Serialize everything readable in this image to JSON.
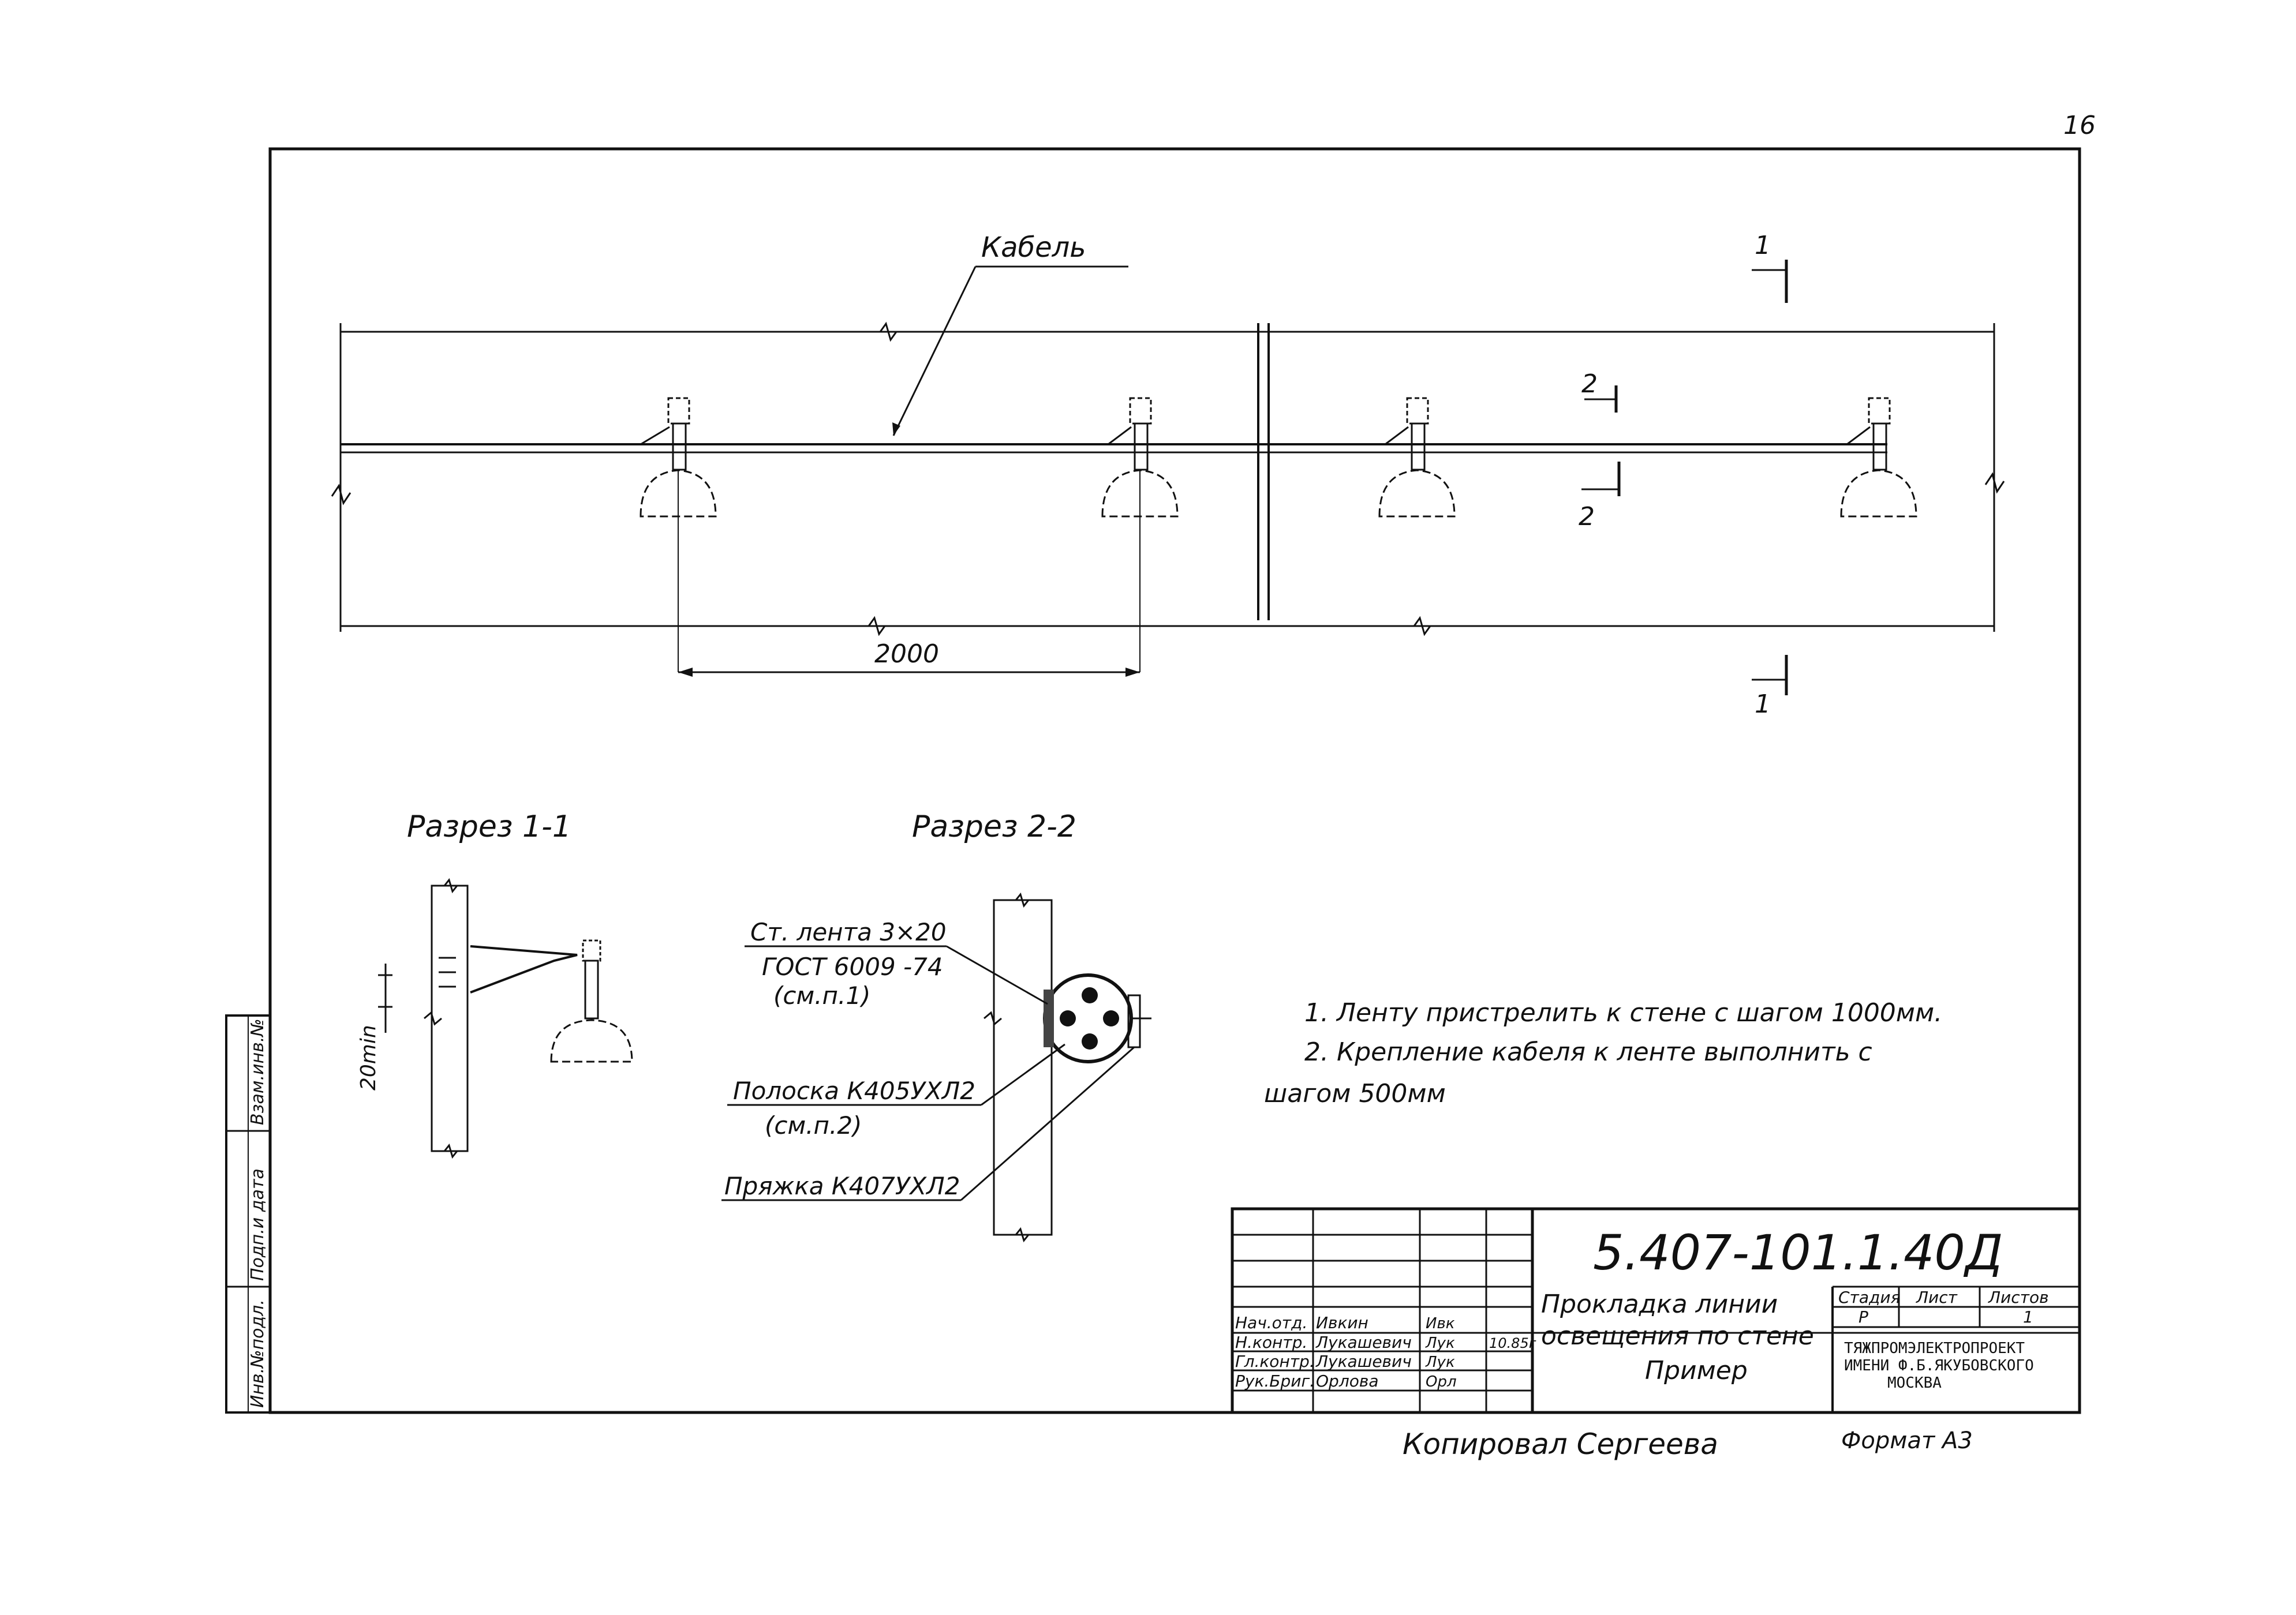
{
  "page_number": "16",
  "labels": {
    "cable": "Кабель",
    "section_mark_1": "1",
    "section_mark_2": "2",
    "dimension_2000": "2000",
    "section_1_title": "Разрез 1-1",
    "section_2_title": "Разрез 2-2",
    "dim_20min": "20min",
    "callout_tape_1": "Ст. лента 3×20",
    "callout_tape_2": "ГОСТ 6009 -74",
    "callout_tape_3": "(см.п.1)",
    "callout_strip_1": "Полоска К405УХЛ2",
    "callout_strip_2": "(см.п.2)",
    "callout_buckle": "Пряжка К407УХЛ2"
  },
  "notes": [
    "1. Ленту пристрелить к стене с шагом 1000мм.",
    "2. Крепление кабеля к ленте выполнить с",
    "шагом 500мм"
  ],
  "side_stamp": [
    "Инв.№подл.",
    "Подп.и дата",
    "Взам.инв.№"
  ],
  "title_block": {
    "doc_code": "5.407-101.1.40Д",
    "title_lines": [
      "Прокладка линии",
      "освещения по стене",
      "Пример"
    ],
    "stage_header": "Стадия",
    "sheet_header": "Лист",
    "sheets_header": "Листов",
    "stage_value": "Р",
    "sheets_value": "1",
    "org_lines": [
      "ТЯЖПРОМЭЛЕКТРОПРОЕКТ",
      "ИМЕНИ Ф.Б.ЯКУБОВСКОГО",
      "МОСКВА"
    ],
    "rows": [
      {
        "role": "Нач.отд.",
        "name": "Ивкин",
        "sign": "Ивк",
        "date": ""
      },
      {
        "role": "Н.контр.",
        "name": "Лукашевич",
        "sign": "Лук",
        "date": "10.85г"
      },
      {
        "role": "Гл.контр.",
        "name": "Лукашевич",
        "sign": "Лук",
        "date": ""
      },
      {
        "role": "Рук.Бриг.",
        "name": "Орлова",
        "sign": "Орл",
        "date": ""
      }
    ]
  },
  "copied_by": "Копировал   Сергеева",
  "format_label": "Формат А3"
}
